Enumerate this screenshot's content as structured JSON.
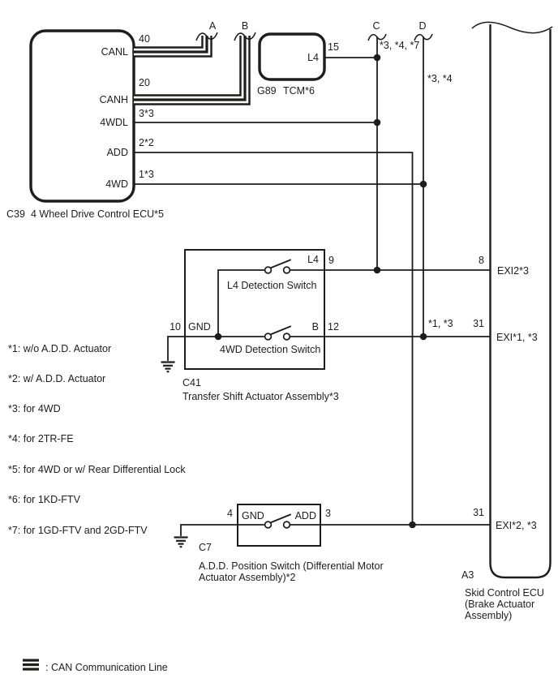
{
  "colors": {
    "ink": "#1d1d1b",
    "background": "#ffffff"
  },
  "ecu": {
    "code": "C39",
    "name": "4 Wheel Drive Control ECU*5",
    "pins": {
      "canl": {
        "label": "CANL",
        "terminal": "40"
      },
      "canh": {
        "label": "CANH",
        "terminal": "20"
      },
      "fwdl": {
        "label": "4WDL",
        "terminal": "3*3"
      },
      "add": {
        "label": "ADD",
        "terminal": "2*2"
      },
      "fwd": {
        "label": "4WD",
        "terminal": "1*3"
      }
    }
  },
  "tcm": {
    "code": "G89",
    "name": "TCM*6",
    "pin_label": "L4",
    "terminal": "15"
  },
  "branch_points": {
    "a": {
      "label": "A"
    },
    "b": {
      "label": "B"
    },
    "c": {
      "label": "C",
      "note": "*3, *4, *7"
    },
    "d": {
      "label": "D",
      "note": "*3, *4"
    }
  },
  "transfer": {
    "code": "C41",
    "name": "Transfer Shift Actuator Assembly*3",
    "l4_switch_label": "L4 Detection Switch",
    "fwd_switch_label": "4WD Detection Switch",
    "pins": {
      "l4": {
        "label": "L4",
        "terminal": "9"
      },
      "gnd": {
        "label": "GND",
        "terminal": "10"
      },
      "b": {
        "label": "B",
        "terminal": "12"
      }
    }
  },
  "add_switch": {
    "code": "C7",
    "name_line1": "A.D.D. Position Switch (Differential Motor",
    "name_line2": "Actuator Assembly)*2",
    "pins": {
      "gnd": {
        "label": "GND",
        "terminal": "4"
      },
      "add": {
        "label": "ADD",
        "terminal": "3"
      }
    }
  },
  "skid": {
    "code": "A3",
    "name_line1": "Skid Control ECU",
    "name_line2": "(Brake Actuator",
    "name_line3": "Assembly)",
    "pins": {
      "exi2_top": {
        "label": "EXI2*3",
        "terminal": "8"
      },
      "exi1": {
        "label": "EXI*1, *3",
        "terminal": "31",
        "wire_note": "*1, *3"
      },
      "exi2_bottom": {
        "label": "EXI*2, *3",
        "terminal": "31"
      }
    }
  },
  "notes": [
    "*1: w/o A.D.D. Actuator",
    "*2: w/ A.D.D. Actuator",
    "*3: for 4WD",
    "*4: for 2TR-FE",
    "*5: for 4WD or w/ Rear Differential Lock",
    "*6: for 1KD-FTV",
    "*7: for 1GD-FTV and 2GD-FTV"
  ],
  "legend": {
    "can_line": ": CAN Communication Line"
  }
}
